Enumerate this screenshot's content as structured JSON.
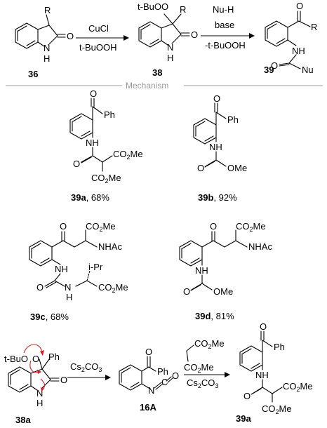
{
  "mechanism_heading": "Mechanism",
  "scheme": {
    "compounds": {
      "start": "36",
      "peroxide": "38",
      "product": "39"
    },
    "step1": {
      "reagent_top": "CuCl",
      "reagent_bottom": "t-BuOOH"
    },
    "step2": {
      "reagent_top": "Nu-H",
      "reagent_mid": "base",
      "reagent_bottom": "-t-BuOOH"
    },
    "atoms": {
      "R": "R",
      "O": "O",
      "H": "H",
      "N": "N",
      "NH": "NH",
      "tBuOO": "t-BuOO",
      "Nu": "Nu",
      "Ph": "Ph",
      "OMe": "OMe",
      "NHAc": "NHAc",
      "iPr": "i-Pr",
      "tBuO": "t-BuO",
      "C": "C"
    }
  },
  "examples": [
    {
      "id": "39a",
      "yield": ", 68%"
    },
    {
      "id": "39b",
      "yield": ", 92%"
    },
    {
      "id": "39c",
      "yield": ", 68%"
    },
    {
      "id": "39d",
      "yield": ", 81%"
    }
  ],
  "mechanism": {
    "start": "38a",
    "intermediate": "16A",
    "product": "39a",
    "base": "Cs2CO3",
    "reagent_top": "CO2Me",
    "reagent_bottom": "CO2Me",
    "reagent_base": "Cs2CO3"
  },
  "colors": {
    "arrow_push": "#d32020",
    "separator": "#9a9a9a"
  }
}
